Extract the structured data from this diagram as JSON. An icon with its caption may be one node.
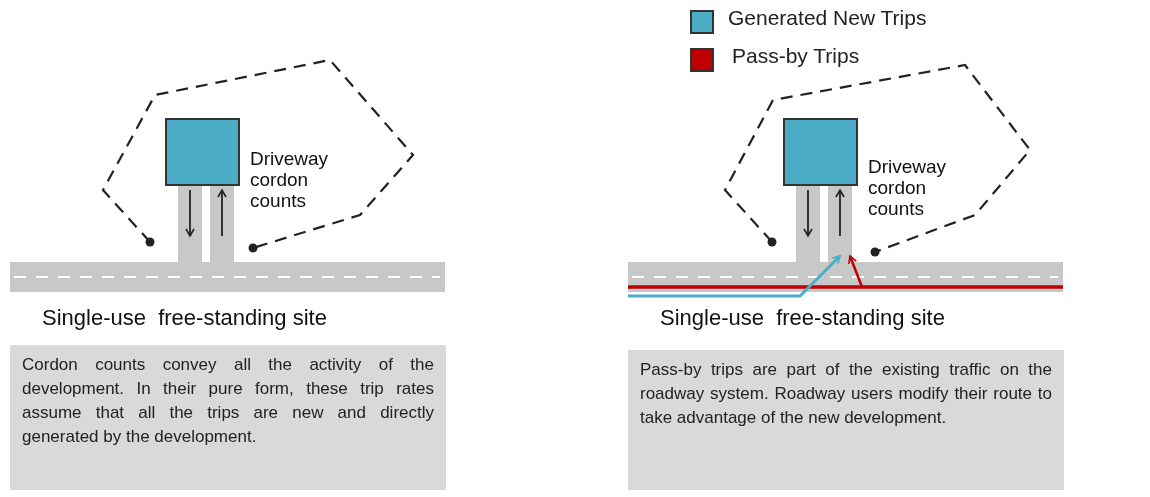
{
  "diagram": {
    "nodes": [
      {
        "text": [],
        "shape": "box"
      },
      {
        "text": [
          "Cordon counts convey all the activity of the development. In their pure form, these trip rates assume that all the trips are new and directly generated by the development."
        ]
      },
      {
        "text": [],
        "shape": "box"
      },
      {
        "text": [
          "Pass-by trips are part of the existing traffic on the roadway system. Roadway users modify their route to take advantage of the new development."
        ]
      }
    ],
    "labels": [
      "Driveway cordon counts",
      "Single-use  free-standing site",
      "Driveway cordon counts",
      "Single-use  free-standing site"
    ],
    "legend": [
      {
        "text": "Generated New Trips",
        "color": "#4bacc6"
      },
      {
        "text": "Pass-by Trips",
        "color": "#c00000"
      }
    ]
  }
}
